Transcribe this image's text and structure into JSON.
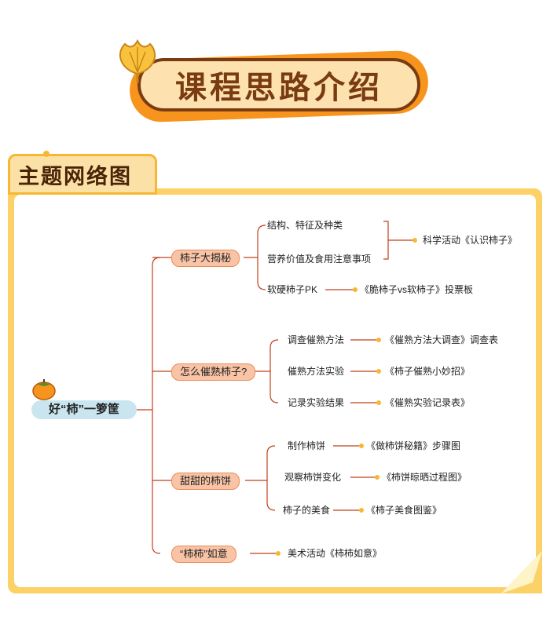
{
  "header": {
    "title": "课程思路介绍"
  },
  "section": {
    "title": "主题网络图"
  },
  "root": {
    "label": "好“柿”一箩筐",
    "icon": "persimmon-icon"
  },
  "branches": [
    {
      "label": "柿子大揭秘",
      "items": [
        "结构、特征及种类",
        "营养价值及食用注意事项",
        "软硬柿子PK"
      ],
      "results": [
        "科学活动《认识柿子》",
        "《脆柿子vs软柿子》投票板"
      ]
    },
    {
      "label": "怎么催熟柿子?",
      "items": [
        "调查催熟方法",
        "催熟方法实验",
        "记录实验结果"
      ],
      "results": [
        "《催熟方法大调查》调查表",
        "《柿子催熟小妙招》",
        "《催熟实验记录表》"
      ]
    },
    {
      "label": "甜甜的柿饼",
      "items": [
        "制作柿饼",
        "观察柿饼变化",
        "柿子的美食"
      ],
      "results": [
        "《做柿饼秘籍》步骤图",
        "《柿饼晾晒过程图》",
        "《柿子美食图鉴》"
      ]
    },
    {
      "label": "“柿柿”如意",
      "items": [
        "美术活动《柿柿如意》"
      ],
      "results": []
    }
  ],
  "colors": {
    "accent": "#f7941d",
    "frame": "#fcd168",
    "category": "#f9c4a6",
    "root": "#c9e6f0",
    "line": "#c0411a"
  }
}
